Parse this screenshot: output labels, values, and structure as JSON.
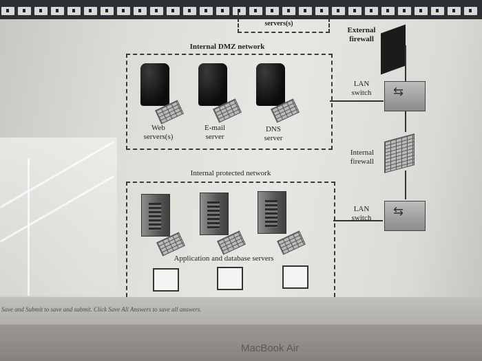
{
  "diagram": {
    "top_partial_label": "servers(s)",
    "dmz_title": "Internal DMZ network",
    "external_firewall": [
      "External",
      "firewall"
    ],
    "lan_switch_1": [
      "LAN",
      "switch"
    ],
    "internal_firewall": [
      "Internal",
      "firewall"
    ],
    "lan_switch_2": [
      "LAN",
      "switch"
    ],
    "web_servers": [
      "Web",
      "servers(s)"
    ],
    "email_server": [
      "E-mail",
      "server"
    ],
    "dns_server": [
      "DNS",
      "server"
    ],
    "protected_title": "Internal protected network",
    "app_db_servers": "Application and database servers"
  },
  "footer": {
    "instruction": "Save and Submit to save and submit. Click Save All Answers to save all answers."
  },
  "laptop": {
    "brand": "MacBook Air"
  },
  "icons": [
    "tab-icon",
    "server-icon",
    "firewall-icon",
    "switch-icon",
    "rack-server-icon",
    "monitor-icon"
  ]
}
